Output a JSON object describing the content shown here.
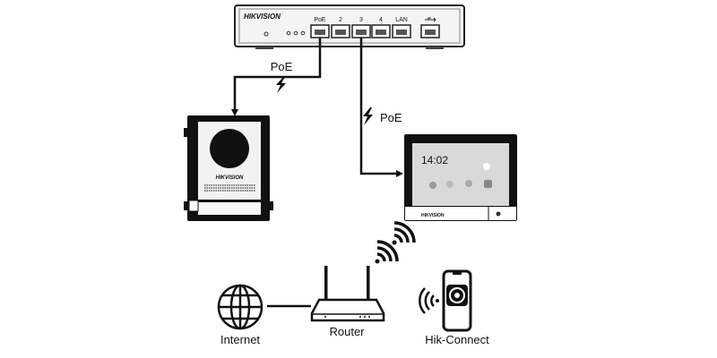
{
  "switch": {
    "brand": "HIKVISION",
    "port_labels": [
      "PoE",
      "2",
      "3",
      "4",
      "LAN"
    ],
    "usb_icon": "usb-icon"
  },
  "links": {
    "door_station_link": "PoE",
    "monitor_link": "PoE"
  },
  "door_station": {
    "brand": "HIKVISION"
  },
  "monitor": {
    "time": "14:02",
    "brand": "HIKVISION"
  },
  "labels": {
    "internet": "Internet",
    "router": "Router",
    "hik_connect": "Hik-Connect"
  },
  "colors": {
    "line": "#111111",
    "device_body": "#f2f2f2",
    "screen": "#d9d9d9"
  }
}
